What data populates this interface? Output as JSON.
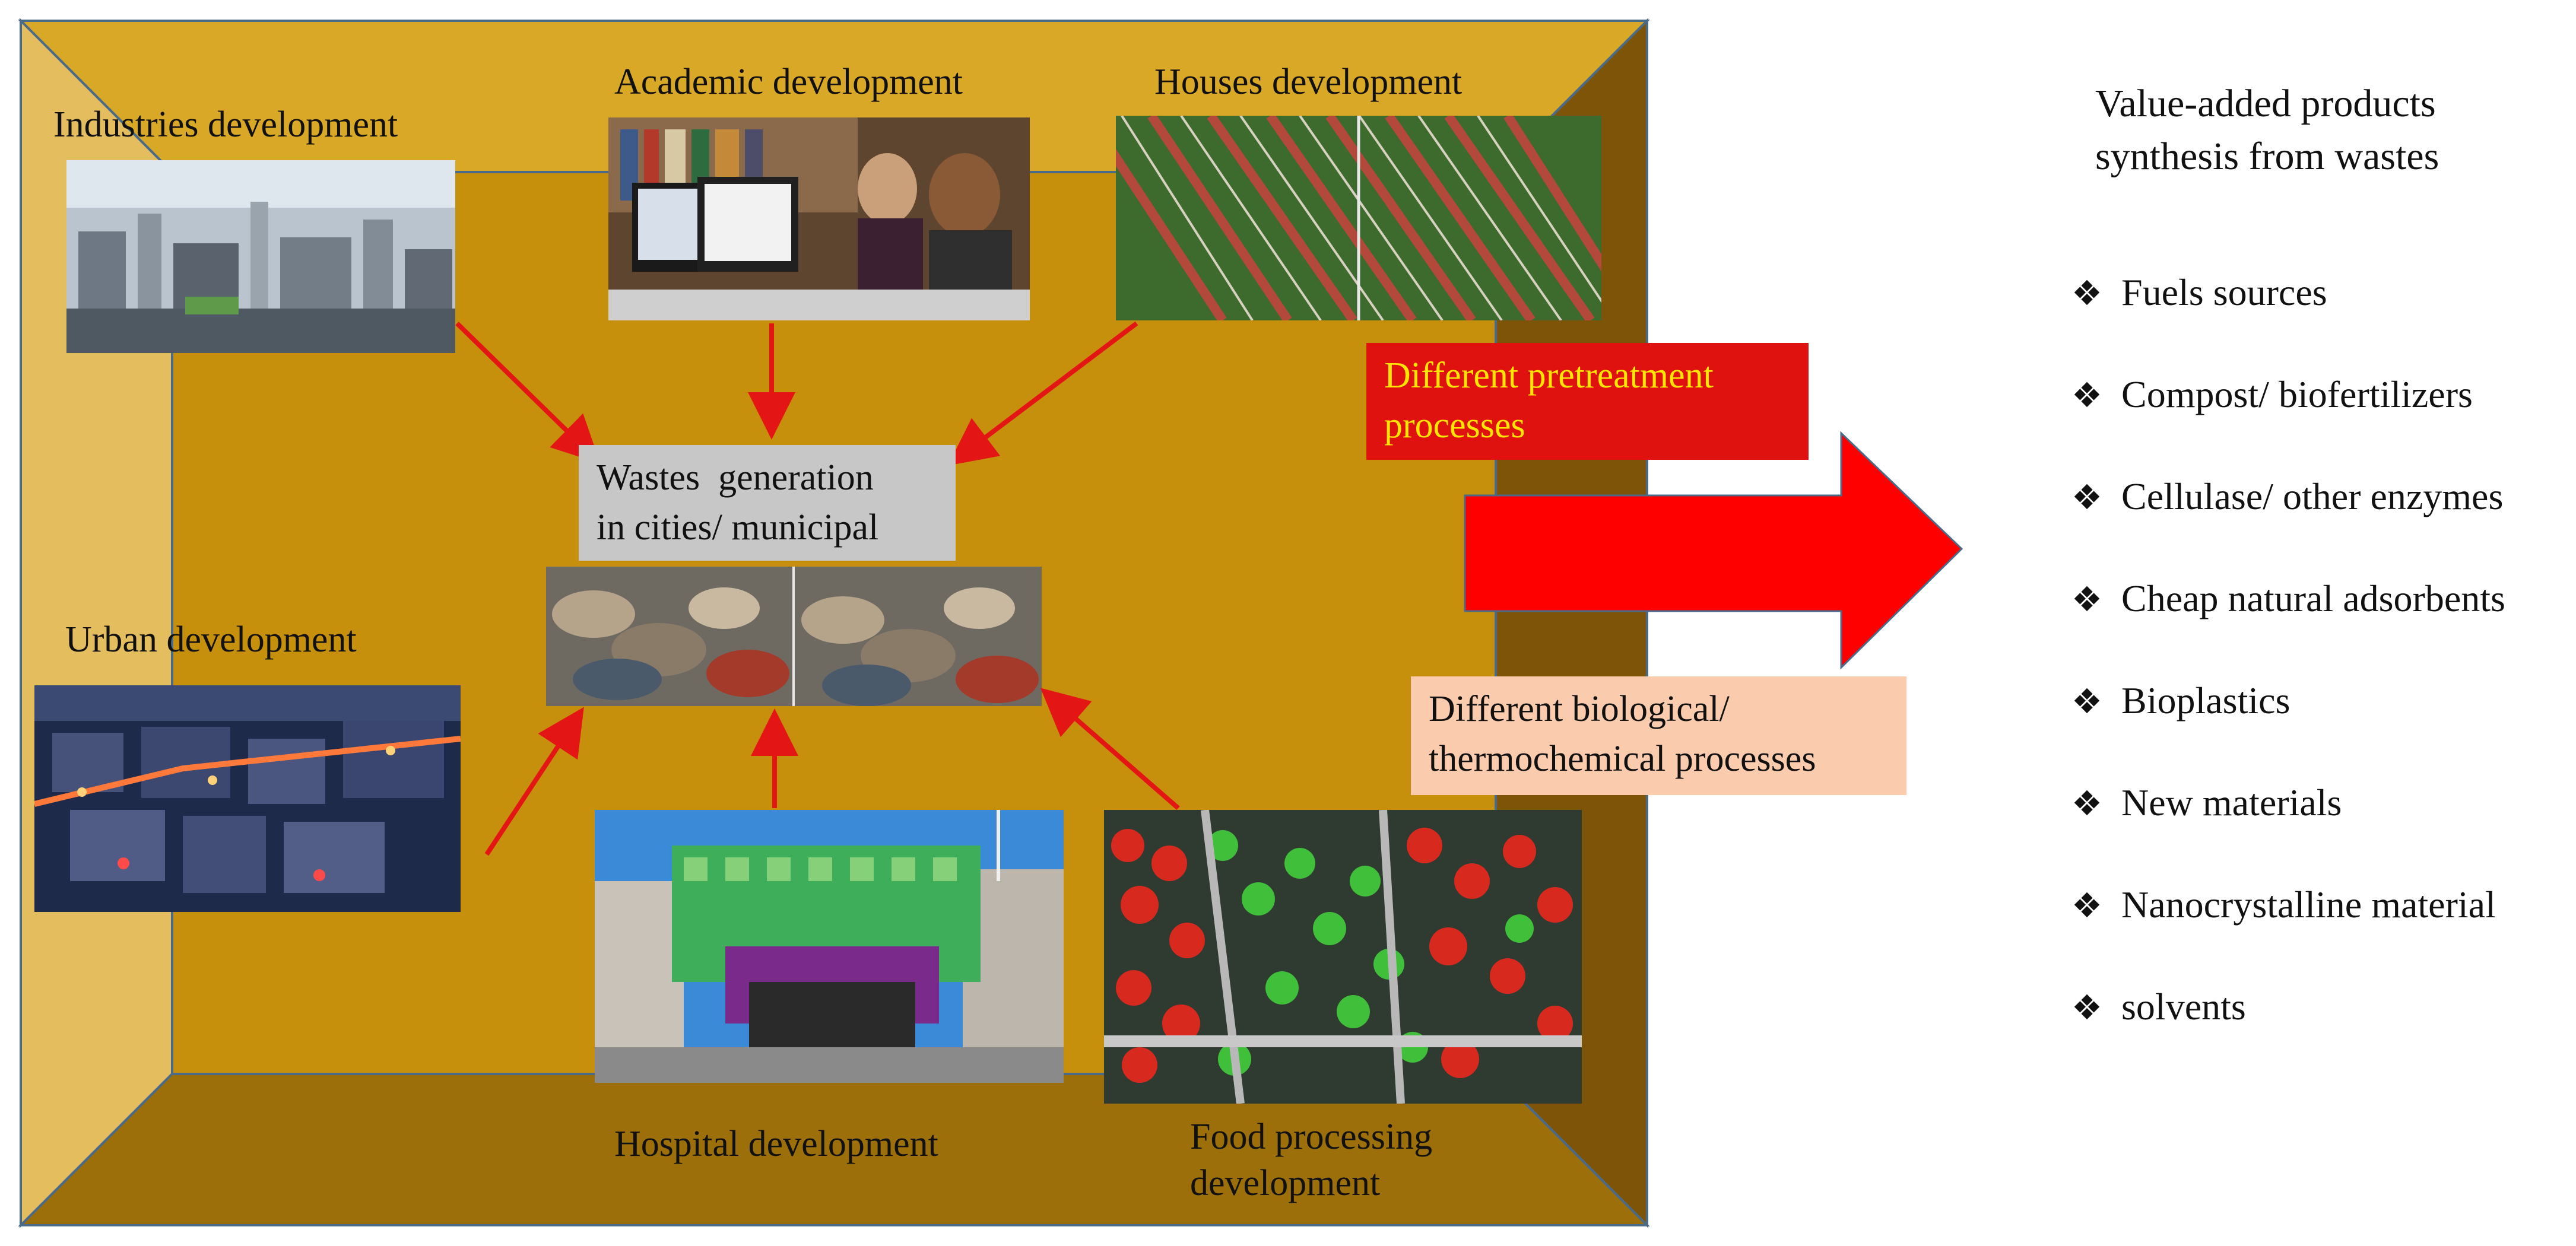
{
  "nodes": {
    "industries": "Industries development",
    "academic": "Academic development",
    "houses": "Houses development",
    "urban": "Urban development",
    "hospital": "Hospital development",
    "food_line1": "Food processing",
    "food_line2": "development",
    "waste_line1": "Wastes  generation",
    "waste_line2": "in cities/ municipal"
  },
  "processes": {
    "pretreatment_line1": "Different pretreatment",
    "pretreatment_line2": "processes",
    "biological_line1": "Different biological/",
    "biological_line2": "thermochemical processes"
  },
  "products": {
    "title_line1": "Value-added products",
    "title_line2": "synthesis from wastes",
    "bullet": "❖",
    "items": [
      "Fuels sources",
      "Compost/ biofertilizers",
      "Cellulase/ other enzymes",
      "Cheap natural adsorbents",
      "Bioplastics",
      "New materials",
      "Nanocrystalline material",
      "solvents"
    ]
  },
  "colors": {
    "frame_top": "#d9a826",
    "frame_left": "#e3bd5e",
    "frame_right": "#7d5408",
    "frame_bottom": "#9c6f0a",
    "frame_back": "#c68f0c",
    "arrow": "#e41515",
    "big_arrow": "#ff0000",
    "pretreatment_box": "#e0120f",
    "pretreatment_text": "#ffe600",
    "biological_box": "#fbcbae",
    "waste_box": "#c7c7c7"
  }
}
